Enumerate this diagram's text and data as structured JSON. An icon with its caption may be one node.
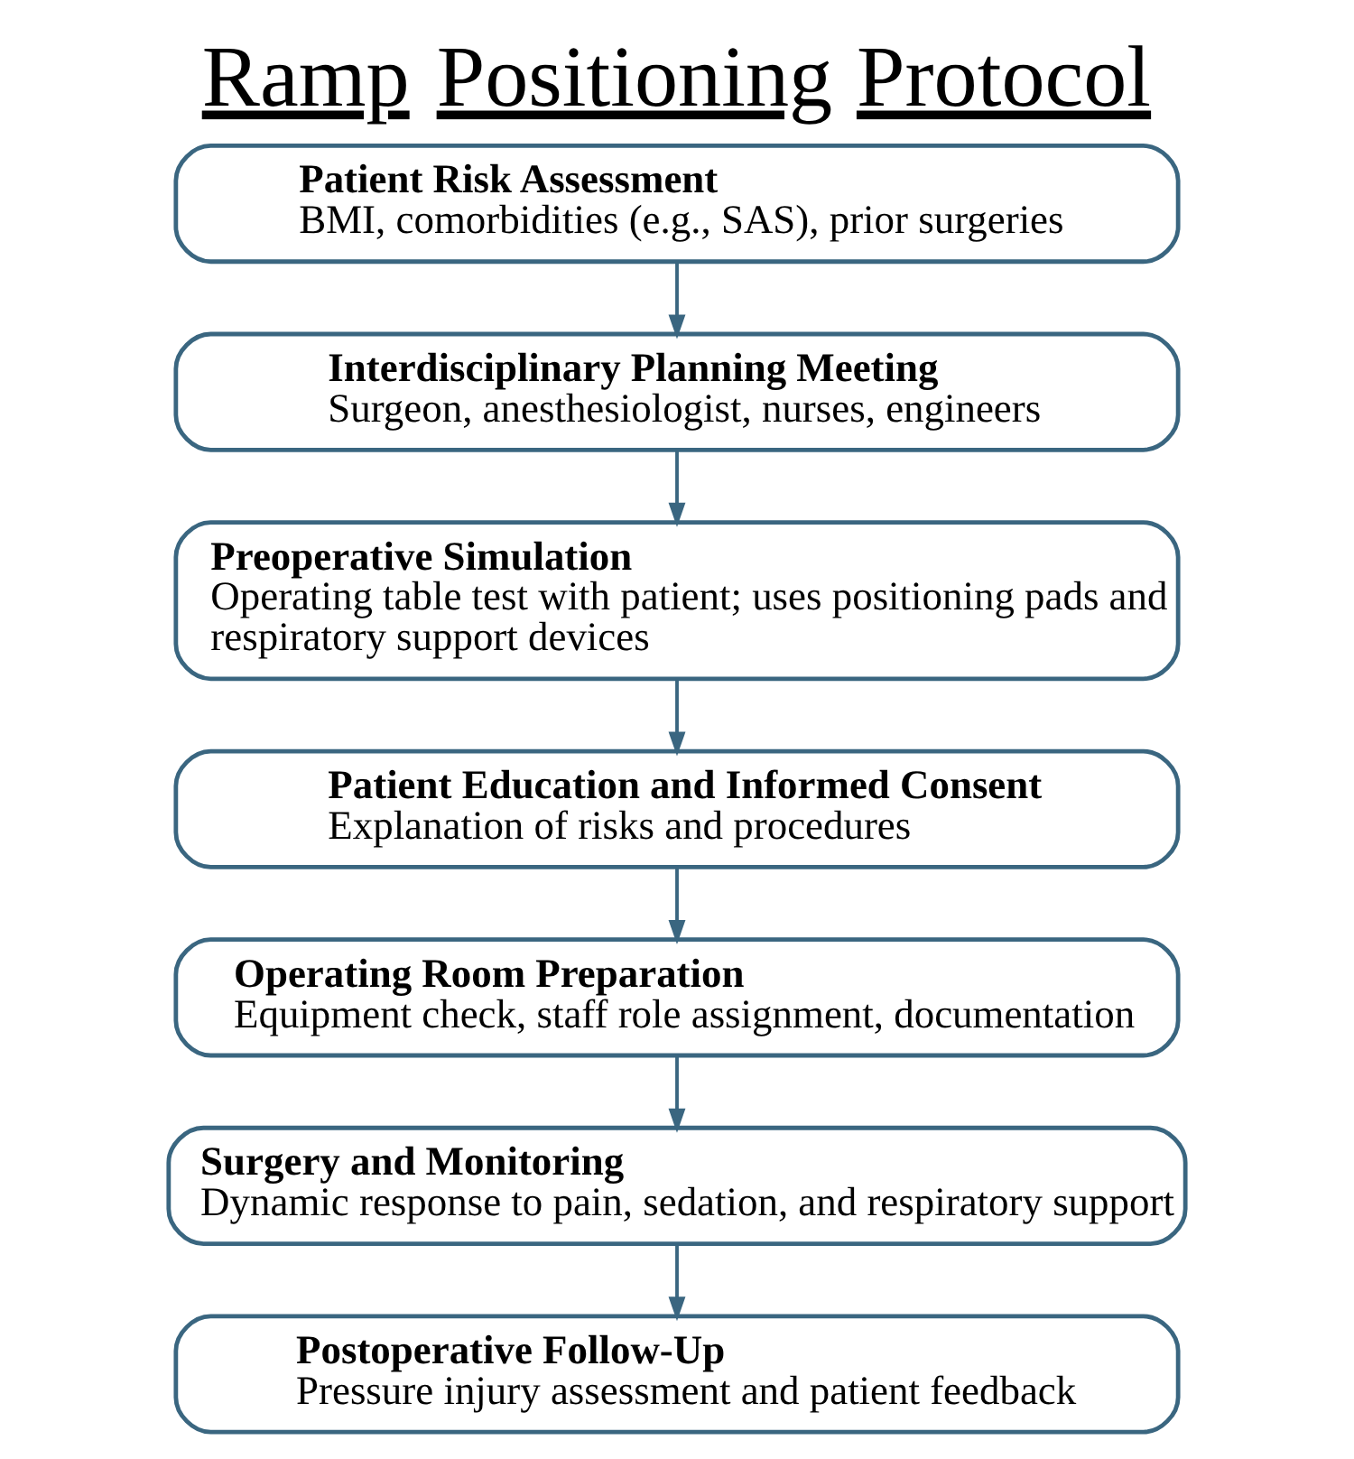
{
  "diagram": {
    "title": "Ramp Positioning Protocol",
    "nodes": [
      {
        "text": [
          "Patient Risk Assessment",
          "BMI, comorbidities (e.g., SAS), prior surgeries"
        ]
      },
      {
        "text": [
          "Interdisciplinary Planning Meeting",
          "Surgeon, anesthesiologist, nurses, engineers"
        ]
      },
      {
        "text": [
          "Preoperative Simulation",
          "Operating table test with patient; uses positioning pads and respiratory support devices"
        ]
      },
      {
        "text": [
          "Patient Education and Informed Consent",
          "Explanation of risks and procedures"
        ]
      },
      {
        "text": [
          "Operating Room Preparation",
          "Equipment check, staff role assignment, documentation"
        ]
      },
      {
        "text": [
          "Surgery and Monitoring",
          "Dynamic response to pain, sedation, and respiratory support"
        ]
      },
      {
        "text": [
          "Postoperative Follow-Up",
          "Pressure injury assessment and patient feedback"
        ]
      }
    ],
    "edges": [
      {
        "from": 0,
        "to": 1,
        "arrow": "to"
      },
      {
        "from": 1,
        "to": 2,
        "arrow": "to"
      },
      {
        "from": 2,
        "to": 3,
        "arrow": "to"
      },
      {
        "from": 3,
        "to": 4,
        "arrow": "to"
      },
      {
        "from": 4,
        "to": 5,
        "arrow": "to"
      },
      {
        "from": 5,
        "to": 6,
        "arrow": "to"
      }
    ]
  }
}
